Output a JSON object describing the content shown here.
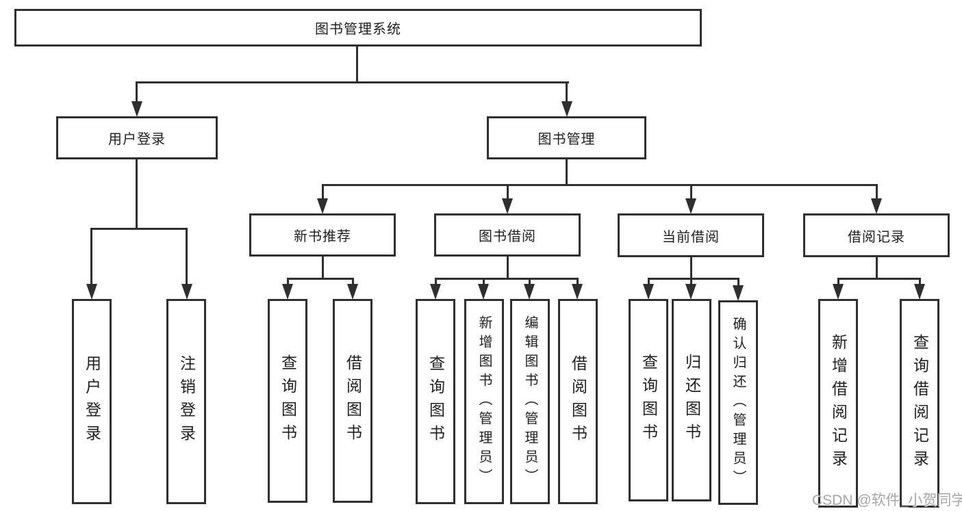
{
  "diagram": {
    "root": {
      "label": "图书管理系统"
    },
    "level2": [
      {
        "label": "用户登录"
      },
      {
        "label": "图书管理"
      }
    ],
    "level3": [
      {
        "label": "新书推荐"
      },
      {
        "label": "图书借阅"
      },
      {
        "label": "当前借阅"
      },
      {
        "label": "借阅记录"
      }
    ],
    "leaves": [
      {
        "label": "用户登录"
      },
      {
        "label": "注销登录"
      },
      {
        "label": "查询图书"
      },
      {
        "label": "借阅图书"
      },
      {
        "label": "查询图书"
      },
      {
        "label": "新增图书（管理员）"
      },
      {
        "label": "编辑图书（管理员）"
      },
      {
        "label": "借阅图书"
      },
      {
        "label": "查询图书"
      },
      {
        "label": "归还图书"
      },
      {
        "label": "确认归还（管理员）"
      },
      {
        "label": "新增借阅记录"
      },
      {
        "label": "查询借阅记录"
      }
    ]
  },
  "watermark": {
    "text": "CSDN @软件_小贺同学"
  },
  "colors": {
    "line": "#2f2f2f",
    "text": "#1f1f1f",
    "watermark": "#a6a6a6",
    "background": "#ffffff"
  }
}
